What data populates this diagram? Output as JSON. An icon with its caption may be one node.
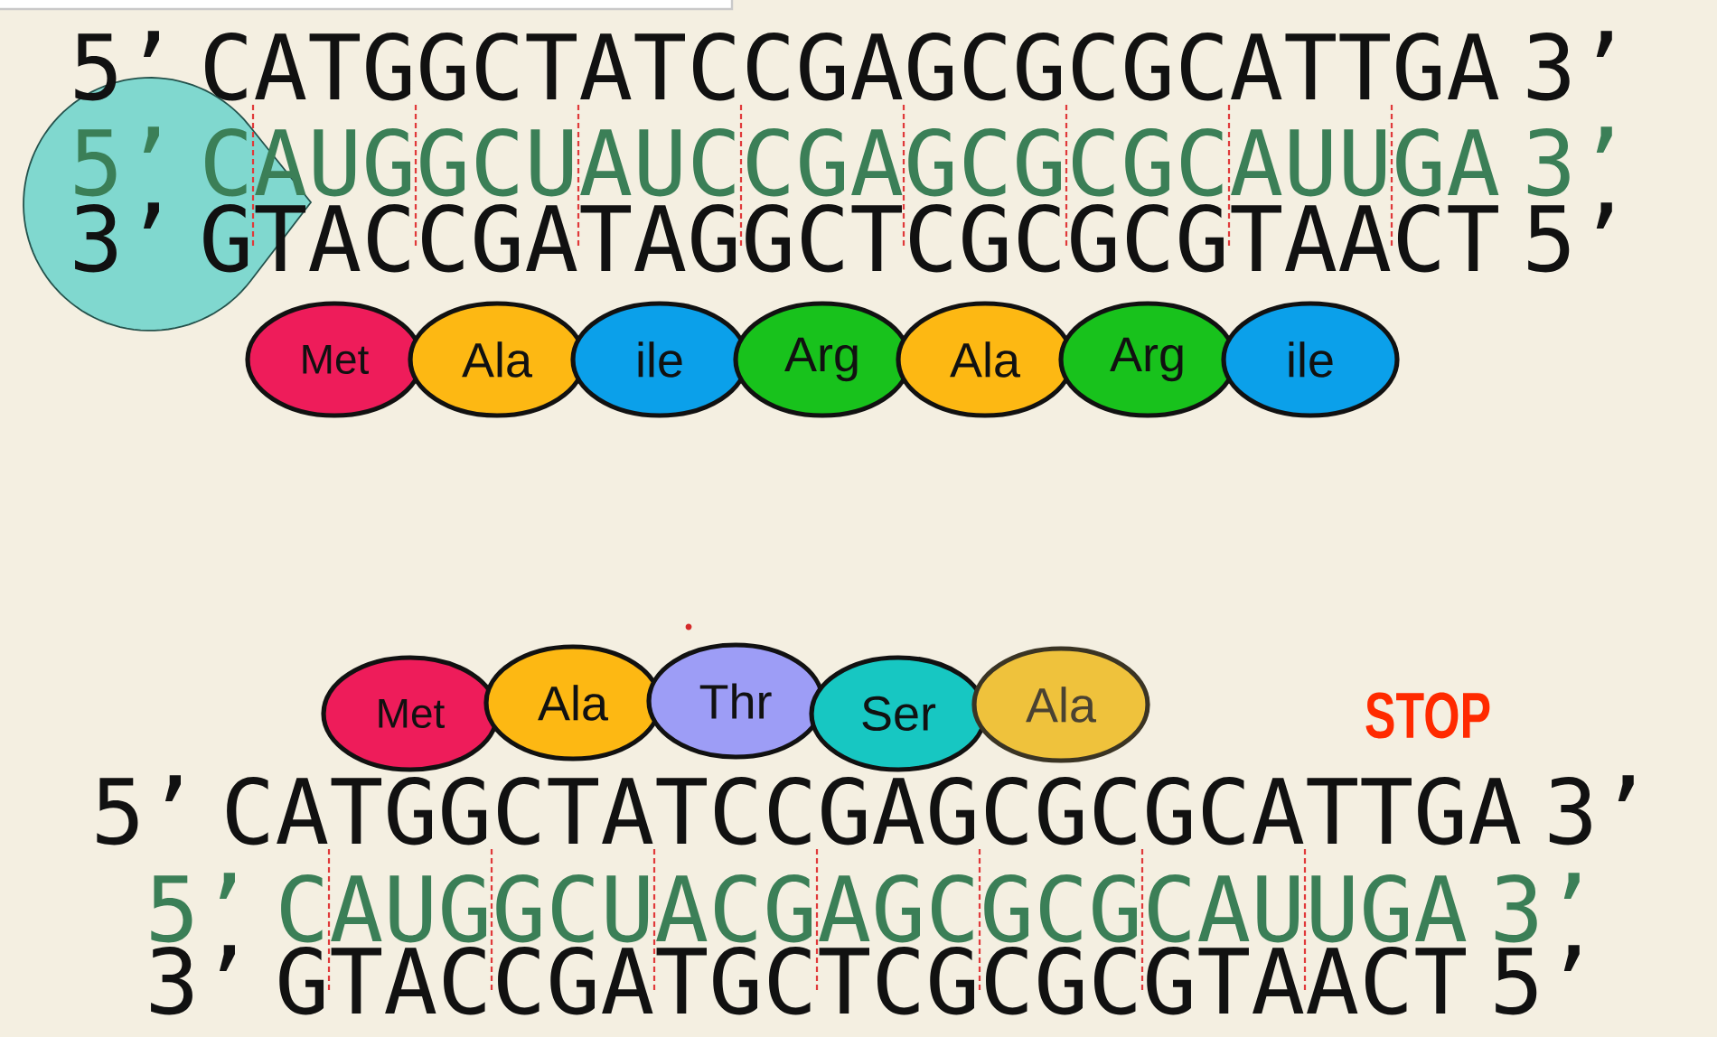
{
  "diagram": {
    "nodes": [
      {
        "text": [],
        "shape": "teardrop"
      },
      {
        "text": [
          "Met"
        ]
      },
      {
        "text": [
          "Ala"
        ]
      },
      {
        "text": [
          "ile"
        ]
      },
      {
        "text": [
          "Arg"
        ]
      },
      {
        "text": [
          "Ala"
        ]
      },
      {
        "text": [
          "Arg"
        ]
      },
      {
        "text": [
          "ile"
        ]
      },
      {
        "text": [
          "Met"
        ]
      },
      {
        "text": [
          "Ala"
        ]
      },
      {
        "text": [
          "Thr"
        ]
      },
      {
        "text": [
          "Ser"
        ]
      },
      {
        "text": [
          "Ala"
        ]
      }
    ],
    "labels": [
      "5’ CATGGCTATCCGAGCGCGCATTGA 3’",
      "5’ CAUGGCUAUCCGAGCGCGCAUUGA 3’",
      "3’ GTACCGATAGGCTCGCGCGTAACT 5’",
      "STOP",
      "5’ CATGGCTATCCGAGCGCGCATTGA 3’",
      "5’ CAUGGCUACGAGCGCGCAUUGA 3’",
      "3’ GTACCGATGCTCGCGCGTAACT 5’"
    ]
  }
}
